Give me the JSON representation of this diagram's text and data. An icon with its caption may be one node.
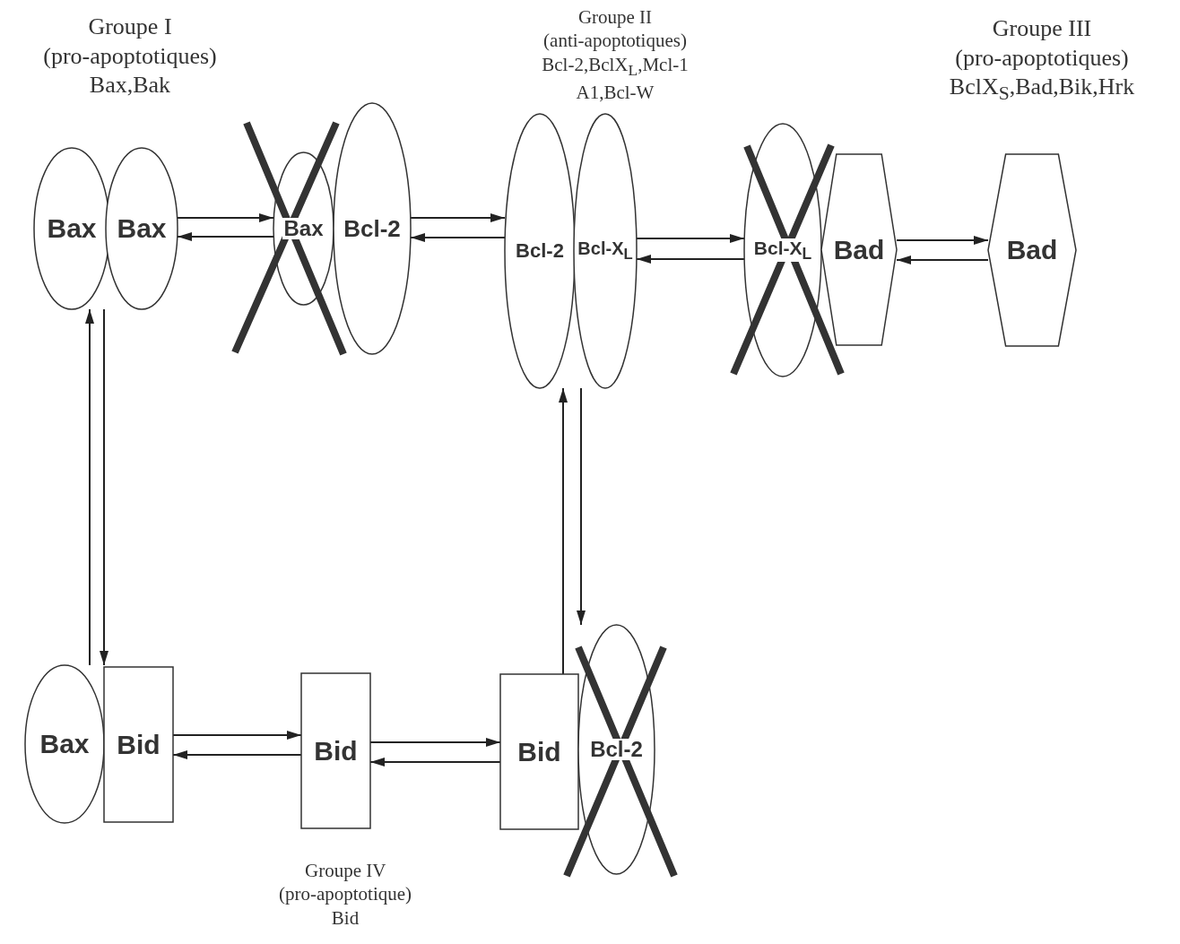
{
  "diagram": {
    "nodes": [
      {
        "text": [
          "Bax"
        ]
      },
      {
        "text": [
          "Bax"
        ]
      },
      {
        "text": [
          "Bax"
        ]
      },
      {
        "text": [
          "Bcl-2"
        ]
      },
      {
        "text": [
          "Bcl-2"
        ]
      },
      {
        "text": [
          "Bcl-X$_{L}$"
        ]
      },
      {
        "text": [
          "Bcl-X$_{L}$"
        ]
      },
      {
        "text": [
          "Bad"
        ]
      },
      {
        "text": [
          "Bad"
        ]
      },
      {
        "text": [
          "Bax"
        ]
      },
      {
        "text": [
          "Bid"
        ]
      },
      {
        "text": [
          "Bid"
        ]
      },
      {
        "text": [
          "Bid"
        ]
      },
      {
        "text": [
          "Bcl-2"
        ]
      }
    ],
    "edges": [
      {
        "from": 1,
        "to": 2,
        "arrow": "to"
      },
      {
        "from": 2,
        "to": 1,
        "arrow": "to"
      },
      {
        "from": 3,
        "to": 4,
        "arrow": "to"
      },
      {
        "from": 4,
        "to": 3,
        "arrow": "to"
      },
      {
        "from": 5,
        "to": 6,
        "arrow": "to"
      },
      {
        "from": 6,
        "to": 5,
        "arrow": "to"
      },
      {
        "from": 7,
        "to": 8,
        "arrow": "to"
      },
      {
        "from": 8,
        "to": 7,
        "arrow": "to"
      },
      {
        "from": 9,
        "to": 0,
        "arrow": "to"
      },
      {
        "from": 0,
        "to": 9,
        "arrow": "to"
      },
      {
        "from": 12,
        "to": 4,
        "arrow": "to"
      },
      {
        "from": 5,
        "to": 13,
        "arrow": "to"
      },
      {
        "from": 10,
        "to": 11,
        "arrow": "to"
      },
      {
        "from": 11,
        "to": 10,
        "arrow": "to"
      },
      {
        "from": 11,
        "to": 12,
        "arrow": "to"
      },
      {
        "from": 12,
        "to": 11,
        "arrow": "to"
      }
    ],
    "labels": [
      "Groupe I (pro-apoptotiques) Bax,Bak",
      "Groupe II (anti-apoptotiques) Bcl-2,BclX$_{L}$,Mcl-1 A1,Bcl-W",
      "Groupe III (pro-apoptotiques) BclX$_{S}$,Bad,Bik,Hrk",
      "Groupe IV (pro-apoptotique) Bid"
    ]
  }
}
